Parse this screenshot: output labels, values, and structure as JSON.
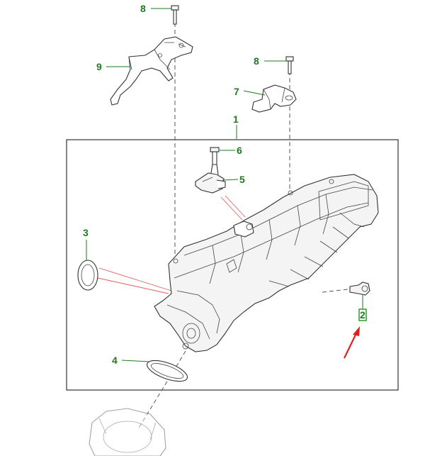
{
  "colors": {
    "callout": "#1f7a1f",
    "highlight_box": "#2e9e2e",
    "pointer_arrow": "#e02020",
    "line_art": "#333333",
    "leader_lines": "#e06060"
  },
  "callouts": {
    "c8a": "8",
    "c9": "9",
    "c8b": "8",
    "c7": "7",
    "c1": "1",
    "c6": "6",
    "c5": "5",
    "c3": "3",
    "c2": "2",
    "c4": "4"
  },
  "highlighted_callout": "2"
}
